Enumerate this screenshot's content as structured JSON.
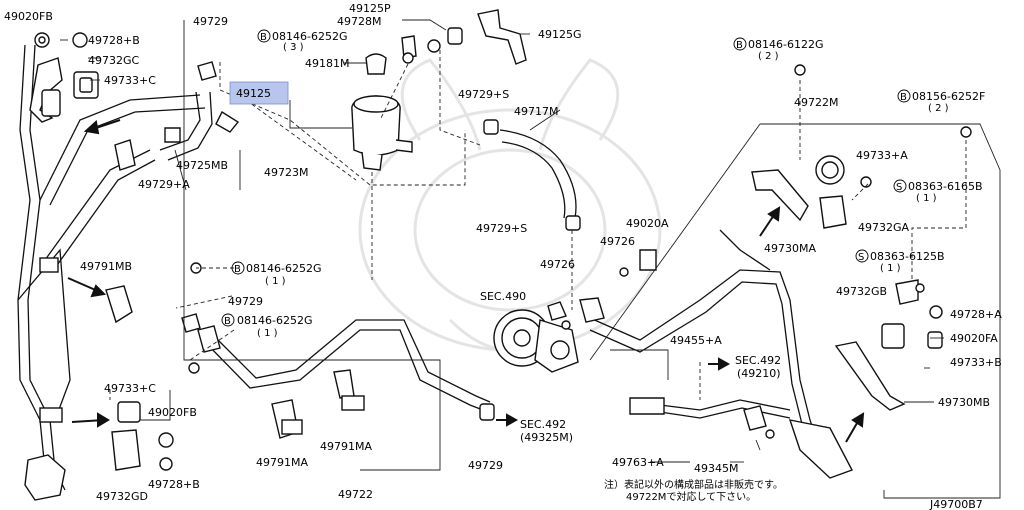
{
  "parts": {
    "p49020FB_top": "49020FB",
    "p49728B_B_top": "49728+B",
    "p49732GC": "49732GC",
    "p49733C_top": "49733+C",
    "p49729_top": "49729",
    "p49125": "49125",
    "p49728M": "49728M",
    "p49125P": "49125P",
    "p49125G": "49125G",
    "p08146_6252G_top": "08146-6252G",
    "p08146_6252G_top_qty": "( 3 )",
    "p49181M": "49181M",
    "p49729S_top": "49729+S",
    "p49717M": "49717M",
    "p49725MB": "49725MB",
    "p49729A": "49729+A",
    "p49723M": "49723M",
    "p49791MB": "49791MB",
    "p08146_6252G_mid": "08146-6252G",
    "p08146_6252G_mid_qty": "( 1 )",
    "p49729_mid": "49729",
    "p08146_6252G_low": "08146-6252G",
    "p08146_6252G_low_qty": "( 1 )",
    "p49729S_mid": "49729+S",
    "p49020A": "49020A",
    "p49726_a": "49726",
    "p49726_b": "49726",
    "sec490": "SEC.490",
    "p08146_6122G": "08146-6122G",
    "p08146_6122G_qty": "( 2 )",
    "p49722M": "49722M",
    "p08156_6252F": "08156-6252F",
    "p08156_6252F_qty": "( 2 )",
    "p49733A": "49733+A",
    "p08363_6165B": "08363-6165B",
    "p08363_6165B_qty": "( 1 )",
    "p49730MA": "49730MA",
    "p49732GA": "49732GA",
    "p08363_6125B": "08363-6125B",
    "p08363_6125B_qty": "( 1 )",
    "p49732GB": "49732GB",
    "p49728A": "49728+A",
    "p49020FA": "49020FA",
    "p49733B": "49733+B",
    "p49455A": "49455+A",
    "sec492_a": "SEC.492",
    "sec492_a_ref": "(49210)",
    "p49730MB": "49730MB",
    "p49733C_low": "49733+C",
    "p49020FB_low": "49020FB",
    "p49728B_B_low": "49728+B",
    "p49732GD": "49732GD",
    "p49791MA_a": "49791MA",
    "p49791MA_b": "49791MA",
    "p49722": "49722",
    "p49729_low": "49729",
    "sec492_b": "SEC.492",
    "sec492_b_ref": "(49325M)",
    "p49763A": "49763+A",
    "p49345M": "49345M"
  },
  "bolt_prefix": "B",
  "screw_prefix": "S",
  "note_line1": "注）表記以外の構成部品は非販売です。",
  "note_line2": "49722Mで対応して下さい。",
  "diagram_id": "J49700B7",
  "colors": {
    "highlight": "#b8c6ee",
    "line": "#111111"
  }
}
